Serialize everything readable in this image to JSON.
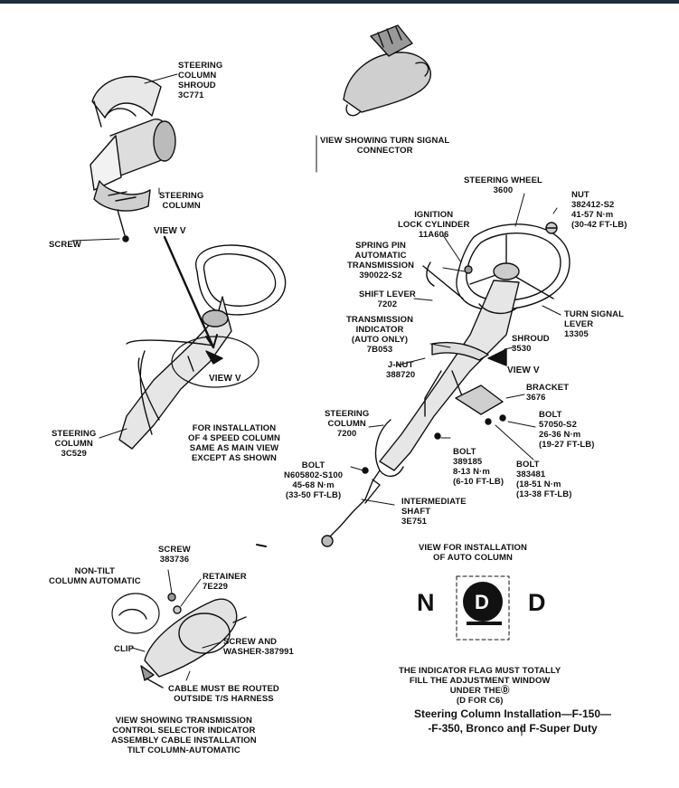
{
  "labels": {
    "shroud_3c771": "STEERING\nCOLUMN\nSHROUD\n3C771",
    "steering_column_top": "STEERING\nCOLUMN",
    "screw_top": "SCREW",
    "view_v_upper": "VIEW V",
    "view_v_circle": "VIEW V",
    "steering_column_3c529": "STEERING\nCOLUMN\n3C529",
    "four_speed_note": "FOR INSTALLATION\nOF 4 SPEED COLUMN\nSAME AS MAIN VIEW\nEXCEPT AS SHOWN",
    "turn_signal_connector": "VIEW SHOWING TURN SIGNAL\nCONNECTOR",
    "steering_wheel": "STEERING WHEEL\n3600",
    "nut": "NUT\n382412-S2\n41-57 N·m\n(30-42 FT-LB)",
    "ignition_lock": "IGNITION\nLOCK CYLINDER\n11A606",
    "spring_pin": "SPRING PIN\nAUTOMATIC\nTRANSMISSION\n390022-S2",
    "shift_lever": "SHIFT LEVER\n7202",
    "turn_signal_lever": "TURN SIGNAL\nLEVER\n13305",
    "trans_indicator": "TRANSMISSION\nINDICATOR\n(AUTO ONLY)\n7B053",
    "shroud_3530": "SHROUD\n3530",
    "j_nut": "J-NUT\n388720",
    "view_v_right": "VIEW V",
    "bracket": "BRACKET\n3676",
    "bolt_57050": "BOLT\n57050-S2\n26-36 N·m\n(19-27 FT-LB)",
    "steering_column_7200": "STEERING\nCOLUMN\n7200",
    "bolt_389185": "BOLT\n389185\n8-13 N·m\n(6-10 FT-LB)",
    "bolt_383481": "BOLT\n383481\n(18-51 N·m\n(13-38 FT-LB)",
    "bolt_n605802": "BOLT\nN605802-S100\n45-68 N·m\n(33-50 FT-LB)",
    "intermediate_shaft": "INTERMEDIATE\nSHAFT\n3E751",
    "auto_column_view": "VIEW FOR INSTALLATION\nOF AUTO COLUMN",
    "non_tilt": "NON-TILT\nCOLUMN AUTOMATIC",
    "screw_383736": "SCREW\n383736",
    "retainer": "RETAINER\n7E229",
    "clip": "CLIP",
    "screw_washer": "SCREW AND\nWASHER-387991",
    "cable_note": "CABLE MUST BE ROUTED\nOUTSIDE T/S HARNESS",
    "selector_view": "VIEW SHOWING TRANSMISSION\nCONTROL SELECTOR INDICATOR\nASSEMBLY CABLE INSTALLATION\nTILT COLUMN-AUTOMATIC",
    "indicator_note": "THE INDICATOR FLAG MUST TOTALLY\nFILL THE ADJUSTMENT WINDOW\nUNDER THEⒹ\n(D FOR C6)"
  },
  "indicator": {
    "left": "N",
    "center": "D",
    "right": "D"
  },
  "caption": "Steering Column Installation—F-150—\n-F-350, Bronco and F-Super Duty"
}
